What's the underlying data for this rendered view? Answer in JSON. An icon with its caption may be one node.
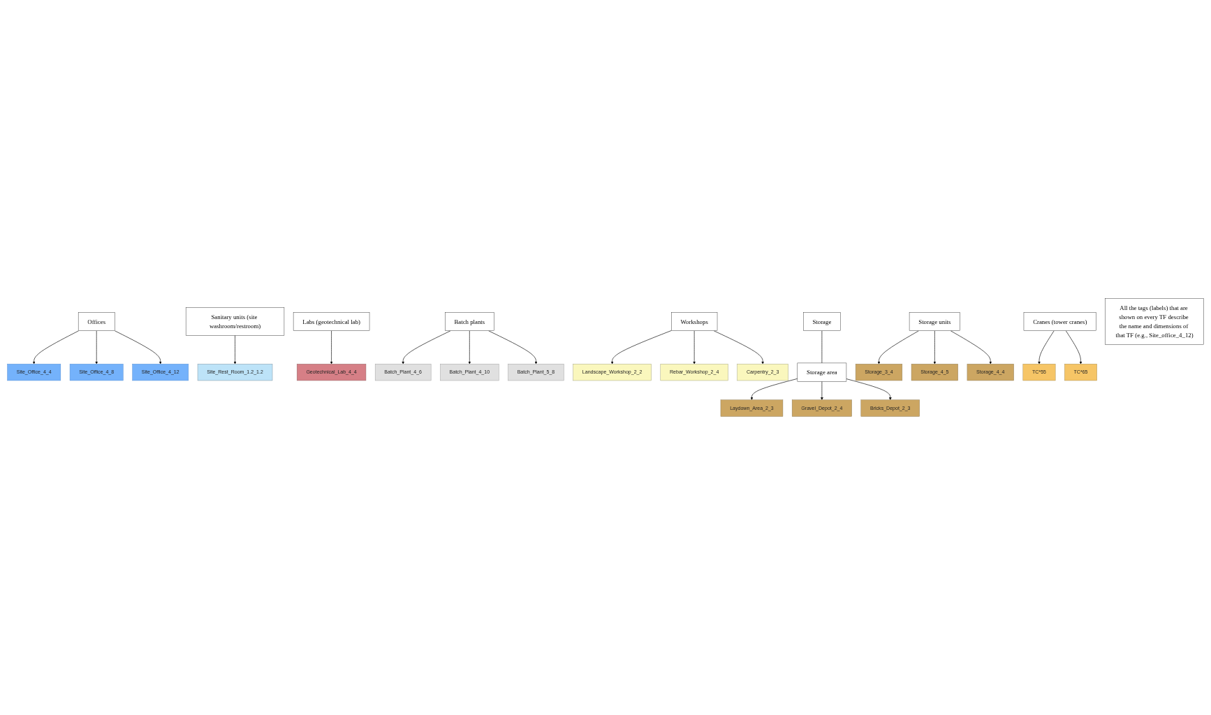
{
  "diagram": {
    "nodes": [
      {
        "text": [
          "Site_Office_4_4"
        ]
      },
      {
        "text": [
          "Site_Office_4_8"
        ]
      },
      {
        "text": [
          "Site_Office_4_12"
        ]
      },
      {
        "text": [
          "Sanitary units (site washroom/restroom)"
        ]
      },
      {
        "text": [
          "Site_Rest_Room_1.2_1.2"
        ]
      },
      {
        "text": [
          "Offices"
        ]
      },
      {
        "text": [
          "Batch plants"
        ]
      },
      {
        "text": [
          "Labs (geotechnical lab)"
        ]
      },
      {
        "text": [
          "Geotechnical_Lab_4_4"
        ]
      },
      {
        "text": [
          "Batch_Plant_4_6"
        ]
      },
      {
        "text": [
          "Batch_Plant_4_10"
        ]
      },
      {
        "text": [
          "Batch_Plant_5_8"
        ]
      },
      {
        "text": [
          "Landscape_Workshop_2_2"
        ]
      },
      {
        "text": [
          "Rebar_Workshop_2_4"
        ]
      },
      {
        "text": [
          "Carpentry_2_3"
        ]
      },
      {
        "text": [
          "Storage units"
        ]
      },
      {
        "text": [
          "Storage"
        ]
      },
      {
        "text": [
          "Storage area"
        ]
      },
      {
        "text": [
          "Workshops"
        ]
      },
      {
        "text": [
          "Storage_3_4"
        ]
      },
      {
        "text": [
          "Storage_4_5"
        ]
      },
      {
        "text": [
          "Storage_4_4"
        ]
      },
      {
        "text": [
          "Laydown_Area_2_3"
        ]
      },
      {
        "text": [
          "Gravel_Depot_2_4"
        ]
      },
      {
        "text": [
          "Bricks_Depot_2_3"
        ]
      },
      {
        "text": [
          "Cranes (tower cranes)"
        ]
      },
      {
        "text": [
          "TC*55"
        ]
      },
      {
        "text": [
          "TC*65"
        ]
      },
      {
        "text": [
          "All the tags (labels) that are shown on every TF describe the name and dimensions of that TF (e.g., Site_office_4_12)"
        ]
      }
    ],
    "edges": [
      {
        "from": 5,
        "to": 0,
        "arrow": "to"
      },
      {
        "from": 5,
        "to": 1,
        "arrow": "to"
      },
      {
        "from": 5,
        "to": 2,
        "arrow": "to"
      },
      {
        "from": 3,
        "to": 4,
        "arrow": "to"
      },
      {
        "from": 7,
        "to": 8,
        "arrow": "to"
      },
      {
        "from": 6,
        "to": 9,
        "arrow": "to"
      },
      {
        "from": 6,
        "to": 10,
        "arrow": "to"
      },
      {
        "from": 6,
        "to": 11,
        "arrow": "to"
      },
      {
        "from": 18,
        "to": 12,
        "arrow": "to"
      },
      {
        "from": 18,
        "to": 13,
        "arrow": "to"
      },
      {
        "from": 18,
        "to": 14,
        "arrow": "to"
      },
      {
        "from": 15,
        "to": 19,
        "arrow": "to"
      },
      {
        "from": 15,
        "to": 20,
        "arrow": "to"
      },
      {
        "from": 15,
        "to": 21,
        "arrow": "to"
      },
      {
        "from": 16,
        "to": 17,
        "arrow": "none"
      },
      {
        "from": 17,
        "to": 22,
        "arrow": "to"
      },
      {
        "from": 17,
        "to": 23,
        "arrow": "to"
      },
      {
        "from": 17,
        "to": 24,
        "arrow": "to"
      },
      {
        "from": 25,
        "to": 26,
        "arrow": "to"
      },
      {
        "from": 25,
        "to": 27,
        "arrow": "to"
      }
    ]
  }
}
